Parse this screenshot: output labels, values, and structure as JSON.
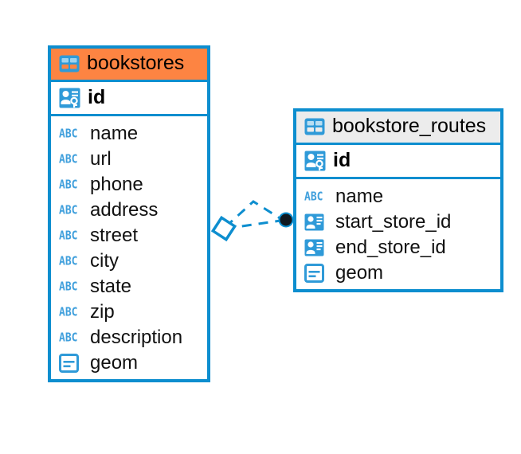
{
  "diagram": {
    "type": "entity-relationship-diagram",
    "background_color": "#ffffff",
    "accent_color": "#0d8ecf",
    "highlight_color": "#fd8442",
    "header_plain_color": "#ececec",
    "icon_blue": "#2f9ad8"
  },
  "tables": [
    {
      "name": "bookstores",
      "header_style": "accent",
      "icon": "table-icon",
      "primary_key": {
        "label": "id",
        "icon": "primary-key-icon"
      },
      "fields": [
        {
          "label": "name",
          "icon": "abc-text-icon",
          "type_hint": "ABC"
        },
        {
          "label": "url",
          "icon": "abc-text-icon",
          "type_hint": "ABC"
        },
        {
          "label": "phone",
          "icon": "abc-text-icon",
          "type_hint": "ABC"
        },
        {
          "label": "address",
          "icon": "abc-text-icon",
          "type_hint": "ABC"
        },
        {
          "label": "street",
          "icon": "abc-text-icon",
          "type_hint": "ABC"
        },
        {
          "label": "city",
          "icon": "abc-text-icon",
          "type_hint": "ABC"
        },
        {
          "label": "state",
          "icon": "abc-text-icon",
          "type_hint": "ABC"
        },
        {
          "label": "zip",
          "icon": "abc-text-icon",
          "type_hint": "ABC"
        },
        {
          "label": "description",
          "icon": "abc-text-icon",
          "type_hint": "ABC"
        },
        {
          "label": "geom",
          "icon": "geometry-icon",
          "type_hint": ""
        }
      ]
    },
    {
      "name": "bookstore_routes",
      "header_style": "plain",
      "icon": "table-icon",
      "primary_key": {
        "label": "id",
        "icon": "primary-key-icon"
      },
      "fields": [
        {
          "label": "name",
          "icon": "abc-text-icon",
          "type_hint": "ABC"
        },
        {
          "label": "start_store_id",
          "icon": "foreign-key-icon",
          "type_hint": ""
        },
        {
          "label": "end_store_id",
          "icon": "foreign-key-icon",
          "type_hint": ""
        },
        {
          "label": "geom",
          "icon": "geometry-icon",
          "type_hint": ""
        }
      ]
    }
  ],
  "relationships": [
    {
      "from_table": "bookstore_routes",
      "from_field": "start_store_id",
      "to_table": "bookstores",
      "to_field": "id",
      "line_style": "dashed",
      "source_marker": "filled-circle",
      "target_marker": "rhombus"
    },
    {
      "from_table": "bookstore_routes",
      "from_field": "end_store_id",
      "to_table": "bookstores",
      "to_field": "id",
      "line_style": "dashed",
      "source_marker": "filled-circle",
      "target_marker": "rhombus"
    }
  ]
}
